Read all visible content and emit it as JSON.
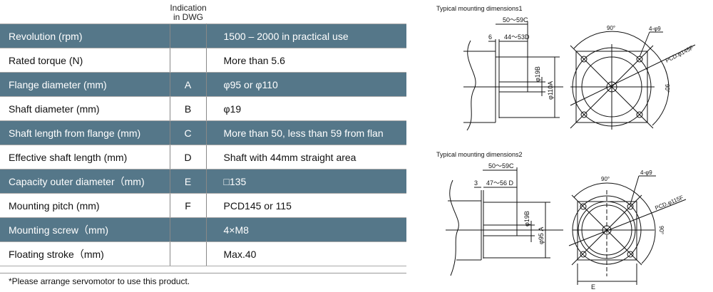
{
  "table": {
    "col2_header": [
      "Indication",
      "in DWG"
    ],
    "rows": [
      {
        "item": "Revolution (rpm)",
        "dwg": "",
        "value": "1500 – 2000 in practical use"
      },
      {
        "item": "Rated torque (N)",
        "dwg": "",
        "value": "More than 5.6"
      },
      {
        "item": "Flange diameter (mm)",
        "dwg": "A",
        "value": "φ95 or φ110"
      },
      {
        "item": "Shaft diameter (mm)",
        "dwg": "B",
        "value": "φ19"
      },
      {
        "item": "Shaft length from flange (mm)",
        "dwg": "C",
        "value": "More than 50, less than 59 from flan"
      },
      {
        "item": "Effective shaft length (mm)",
        "dwg": "D",
        "value": "Shaft with 44mm straight area"
      },
      {
        "item": "Capacity outer diameter（mm)",
        "dwg": "E",
        "value": "□135"
      },
      {
        "item": "Mounting pitch (mm)",
        "dwg": "F",
        "value": "PCD145 or 115"
      },
      {
        "item": "Mounting screw（mm)",
        "dwg": "",
        "value": "4×M8"
      },
      {
        "item": "Floating stroke（mm)",
        "dwg": "",
        "value": "Max.40"
      }
    ],
    "footnote": "*Please arrange servomotor to use this product."
  },
  "drawing1": {
    "title": "Typical mounting dimensions1",
    "c": "50～59C",
    "d": "44～53D",
    "flange": "6",
    "b": "φ19B",
    "a": "φ110A",
    "angle": "90°",
    "holes": "4-φ9",
    "pcd": "PCD.φ145F",
    "angle2": "90°"
  },
  "drawing2": {
    "title": "Typical mounting dimensions2",
    "c": "50～59C",
    "d": "47～56 D",
    "flange": "3",
    "b": "φ19B",
    "a": "φ95 A",
    "angle": "90°",
    "holes": "4-φ9",
    "pcd": "PCD.φ115F",
    "angle2": "90°",
    "e": "E"
  },
  "colors": {
    "dark_row": "#557789"
  }
}
